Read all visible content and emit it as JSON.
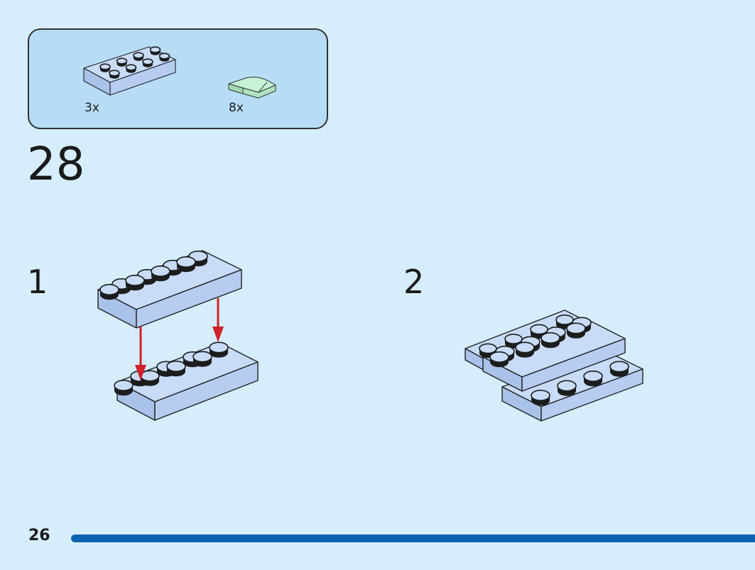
{
  "parts_list": [
    {
      "part": "plate-2x4",
      "quantity": "3x",
      "color": "#b9d3f5"
    },
    {
      "part": "curved-slope-tile-1x2",
      "quantity": "8x",
      "color": "#b8ecc8"
    }
  ],
  "step": {
    "number": "28"
  },
  "substeps": [
    {
      "number": "1"
    },
    {
      "number": "2"
    }
  ],
  "page": {
    "number": "26"
  },
  "colors": {
    "background": "#d6eefb",
    "parts_box": "#b7dcf6",
    "brick_blue": "#b9d3f5",
    "brick_green": "#b8ecc8",
    "arrow_red": "#d0202a",
    "progress": "#0a63b0"
  }
}
